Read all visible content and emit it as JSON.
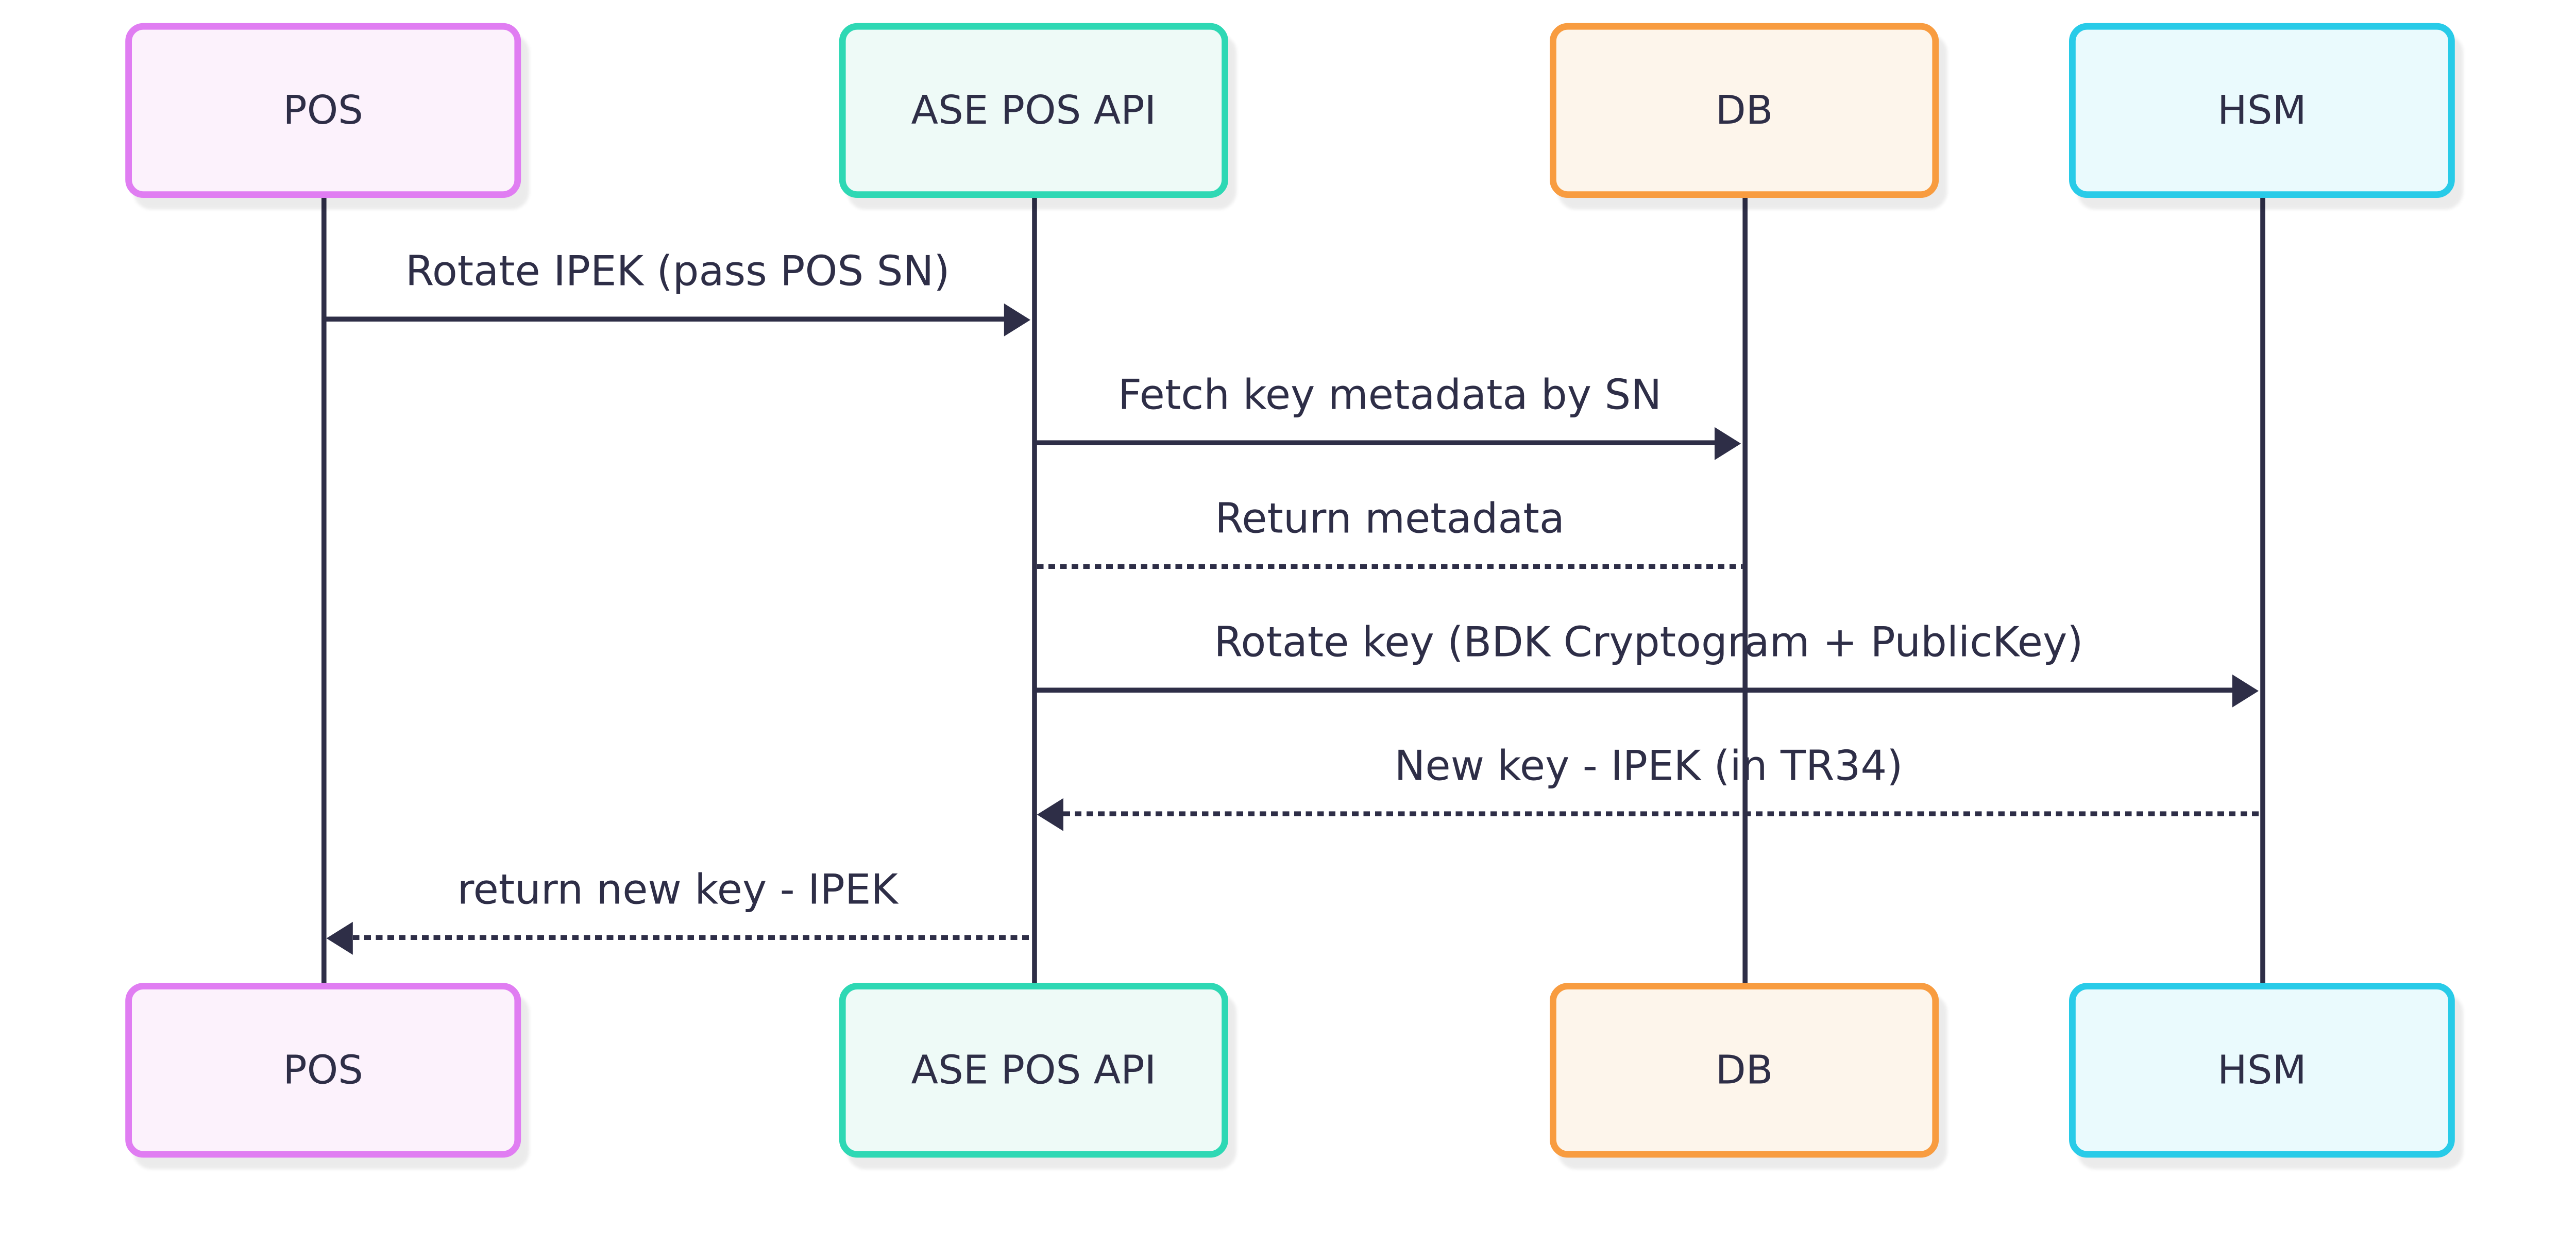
{
  "diagram": {
    "kind": "sequence-diagram",
    "background_color": "#ffffff",
    "line_color": "#2e2e47",
    "text_color": "#2e2e47",
    "participants": [
      {
        "id": "pos",
        "label": "POS",
        "border_color": "#e07df2",
        "fill_color": "#fcf2fc"
      },
      {
        "id": "ase",
        "label": "ASE POS API",
        "border_color": "#2ed8b4",
        "fill_color": "#eefaf7"
      },
      {
        "id": "db",
        "label": "DB",
        "border_color": "#f89c40",
        "fill_color": "#fdf5eb"
      },
      {
        "id": "hsm",
        "label": "HSM",
        "border_color": "#28cbe8",
        "fill_color": "#eafafd"
      }
    ],
    "messages": [
      {
        "from": "pos",
        "to": "ase",
        "text": "Rotate IPEK (pass POS SN)",
        "line_style": "solid",
        "arrowhead": true,
        "direction": "right"
      },
      {
        "from": "ase",
        "to": "db",
        "text": "Fetch key metadata by SN",
        "line_style": "solid",
        "arrowhead": true,
        "direction": "right"
      },
      {
        "from": "db",
        "to": "ase",
        "text": "Return metadata",
        "line_style": "dotted",
        "arrowhead": false,
        "direction": "left"
      },
      {
        "from": "ase",
        "to": "hsm",
        "text": "Rotate key (BDK Cryptogram + PublicKey)",
        "line_style": "solid",
        "arrowhead": true,
        "direction": "right"
      },
      {
        "from": "hsm",
        "to": "ase",
        "text": "New key - IPEK (in TR34)",
        "line_style": "dotted",
        "arrowhead": true,
        "direction": "left"
      },
      {
        "from": "ase",
        "to": "pos",
        "text": "return new key - IPEK",
        "line_style": "dotted",
        "arrowhead": true,
        "direction": "left"
      }
    ]
  }
}
